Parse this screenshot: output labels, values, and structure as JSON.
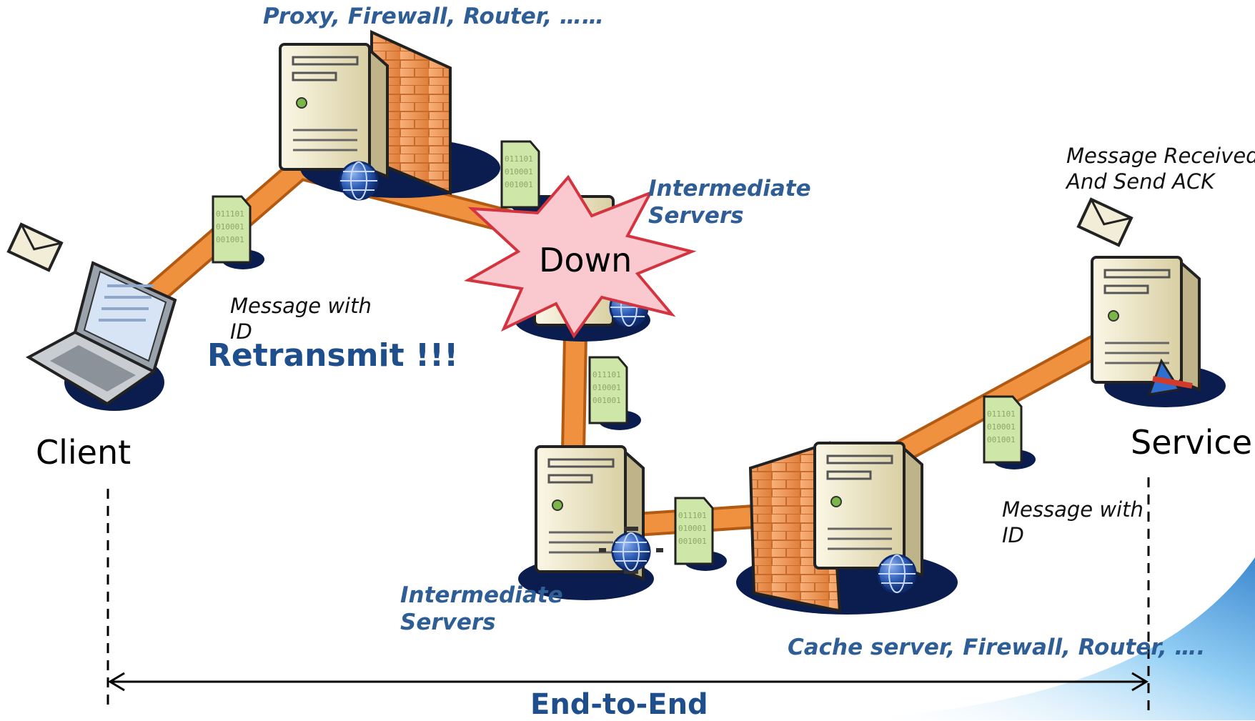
{
  "labels": {
    "top_devices": "Proxy, Firewall, Router, ……",
    "intermediate_top_line1": "Intermediate",
    "intermediate_top_line2": "Servers",
    "intermediate_bottom_line1": "Intermediate",
    "intermediate_bottom_line2": "Servers",
    "bottom_devices": "Cache server, Firewall, Router, ….",
    "client": "Client",
    "service": "Service",
    "down": "Down",
    "message_with_id_left_line1": "Message with",
    "message_with_id_left_line2": "ID",
    "retransmit": "Retransmit !!!",
    "message_with_id_right_line1": "Message with",
    "message_with_id_right_line2": "ID",
    "ack_line1": "Message Received",
    "ack_line2": "And  Send ACK",
    "end_to_end": "End-to-End",
    "packet_bits": "011101\n010001\n001001"
  },
  "colors": {
    "link_orange": "#f0913f",
    "link_outline": "#b35a12",
    "label_blue": "#2e5e95",
    "burst_fill": "#f9c9cf",
    "burst_stroke": "#d4343f",
    "server_body": "#efe6c4",
    "shadow_navy": "#0a1d4e",
    "document_green": "#cfe6a9"
  },
  "icons": {
    "client": "laptop-icon",
    "top_proxy": "server-with-firewall-icon",
    "failed_server": "server-globe-icon",
    "bottom_intermediate": "server-globe-icon",
    "cache_firewall": "server-with-firewall-icon",
    "service": "server-service-icon",
    "envelope": "envelope-icon",
    "packet": "binary-document-icon"
  }
}
